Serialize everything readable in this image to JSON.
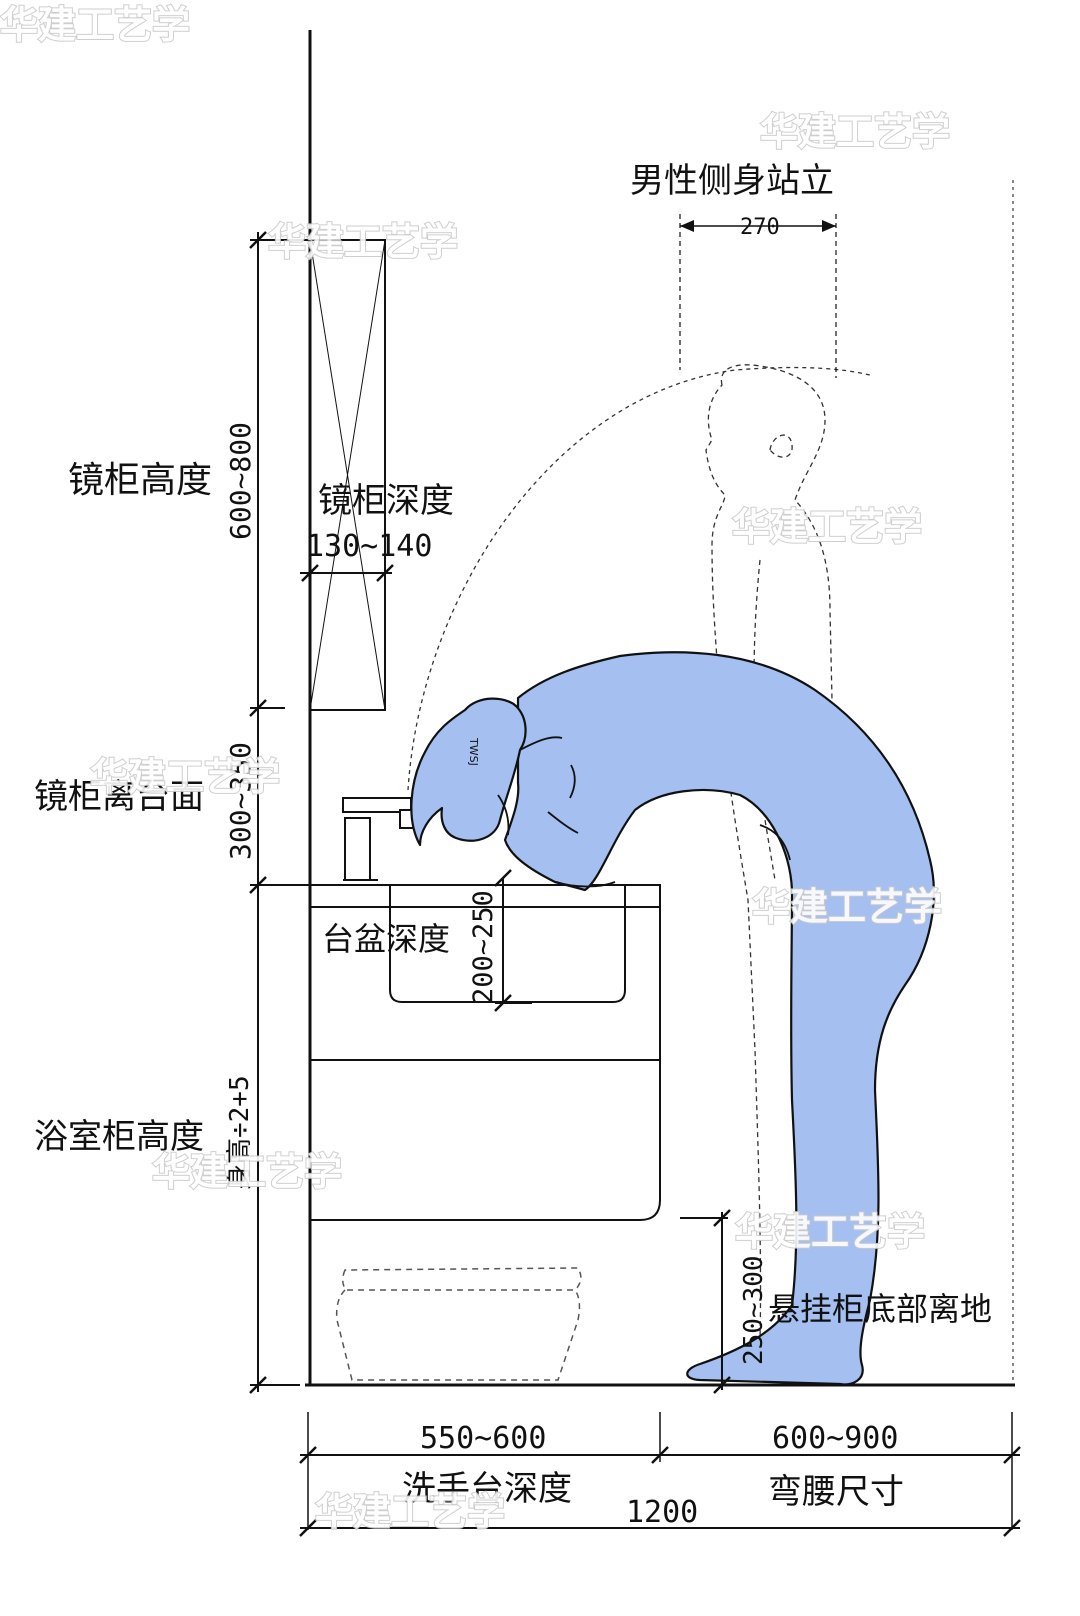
{
  "labels": {
    "mirror_cabinet_height": "镜柜高度",
    "mirror_cabinet_height_dim": "600~800",
    "mirror_cabinet_depth": "镜柜深度",
    "mirror_cabinet_depth_dim": "130~140",
    "mirror_to_counter": "镜柜离台面",
    "mirror_to_counter_dim": "300~350",
    "basin_depth": "台盆深度",
    "basin_depth_dim": "200~250",
    "vanity_height": "浴室柜高度",
    "vanity_height_dim": "身高÷2+5",
    "hanging_bottom": "悬挂柜底部离地",
    "hanging_bottom_dim": "250~300",
    "male_side_standing": "男性侧身站立",
    "male_width_dim": "270",
    "counter_depth_dim": "550~600",
    "counter_depth": "洗手台深度",
    "bending_dim": "600~900",
    "bending": "弯腰尺寸",
    "total_dim": "1200",
    "faucet_mark": "TWSJ"
  },
  "watermark": "华建工艺学",
  "colors": {
    "figure_fill": "#a4bff0",
    "line": "#111111",
    "watermark_outline": "#c9c9c9"
  }
}
